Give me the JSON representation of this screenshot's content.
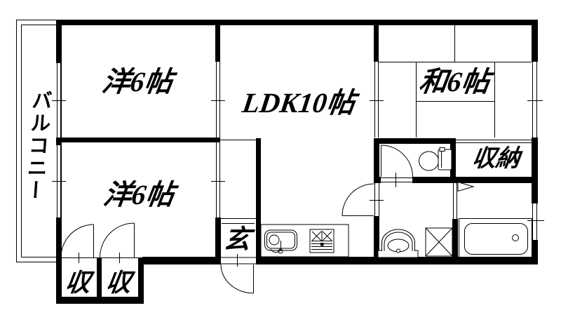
{
  "drawing": {
    "type": "apartment-floor-plan",
    "background_color": "#ffffff",
    "line_color": "#000000"
  },
  "labels": {
    "balcony": "バルコニー",
    "western_room_top": "洋6帖",
    "ldk": "LDK10帖",
    "japanese_room": "和6帖",
    "storage": "収納",
    "western_room_bottom": "洋6帖",
    "entrance": "玄",
    "closet_left": "収",
    "closet_right": "収"
  }
}
